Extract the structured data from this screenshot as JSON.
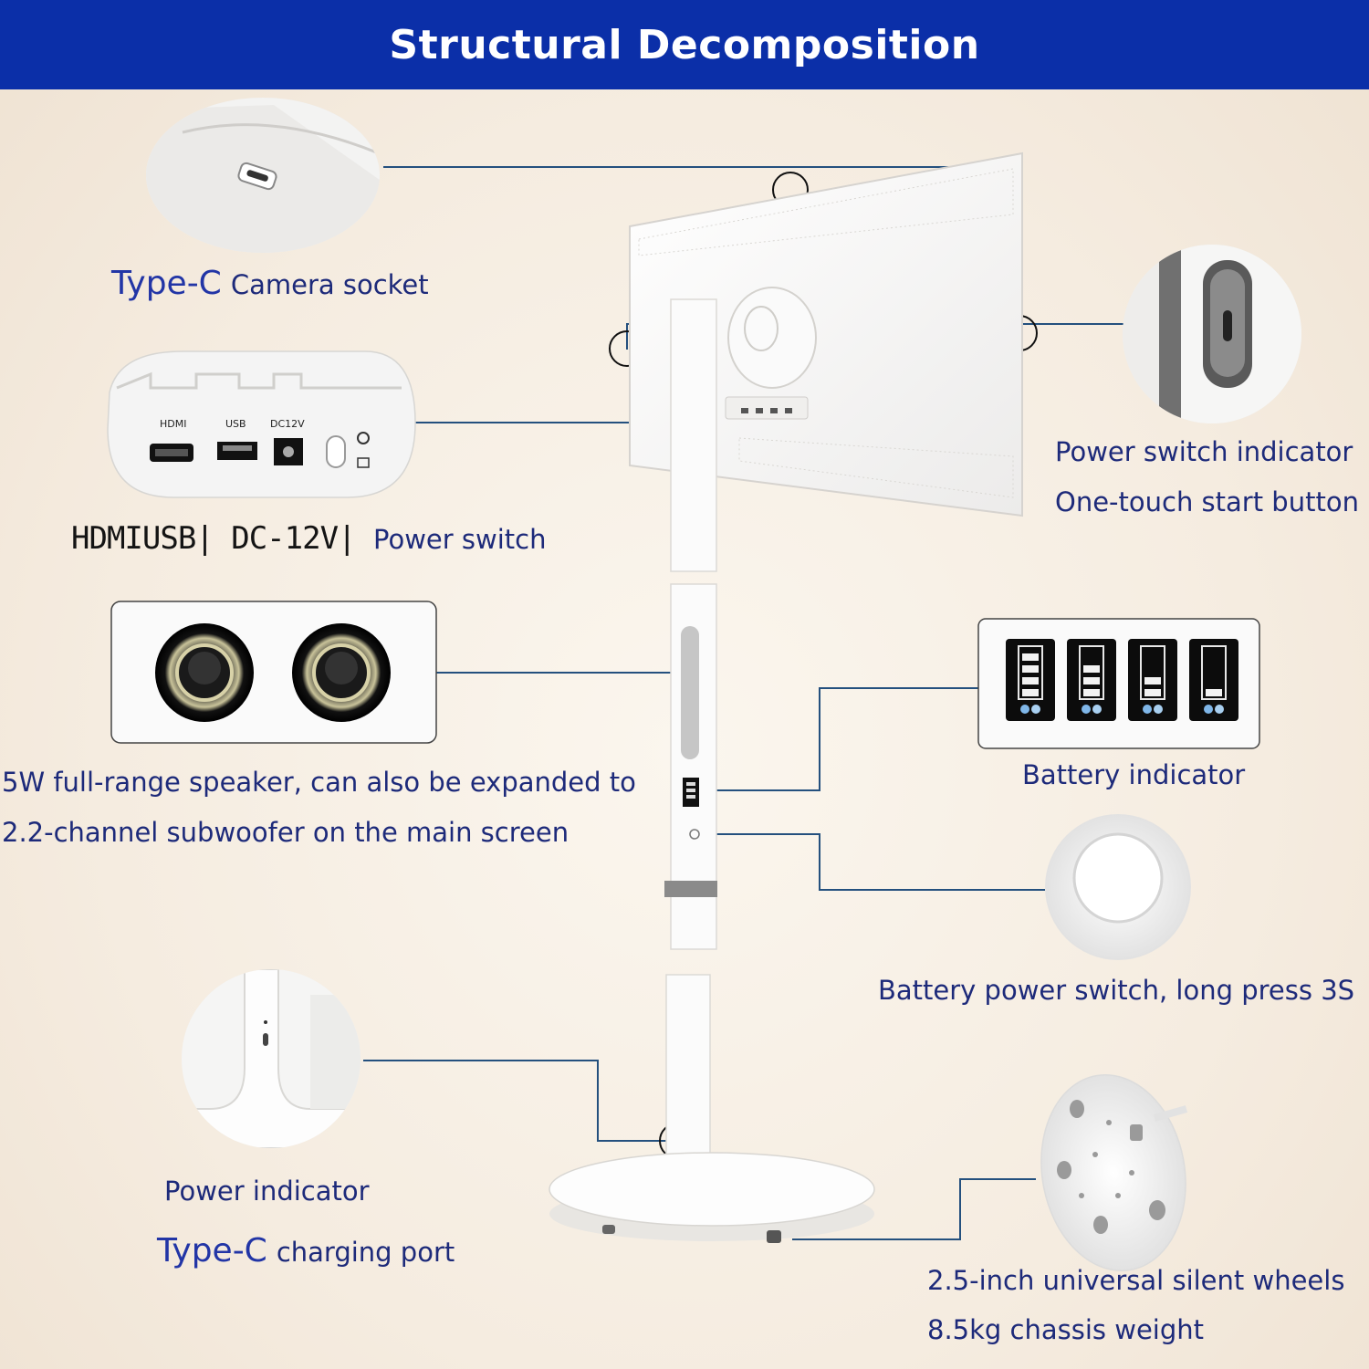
{
  "title": "Structural Decomposition",
  "labels": {
    "camera_accent": "Type-C",
    "camera_text": "Camera socket",
    "ports_mono": "HDMIUSB| DC-12V|",
    "ports_text": "Power switch",
    "power_switch_indicator": "Power switch indicator",
    "one_touch": "One-touch start button",
    "speaker_line1": "5W full-range speaker, can also be expanded to",
    "speaker_line2": "2.2-channel subwoofer on the main screen",
    "battery_indicator": "Battery indicator",
    "battery_power_switch": "Battery power switch, long press 3S",
    "power_indicator": "Power indicator",
    "charging_accent": "Type-C",
    "charging_text": "charging port",
    "wheels": "2.5-inch universal silent wheels",
    "weight": "8.5kg chassis weight"
  },
  "port_panel": {
    "hdmi": "HDMI",
    "usb": "USB",
    "dc": "DC12V"
  },
  "colors": {
    "banner": "#0b2fa8",
    "label_text": "#1d2a7a",
    "leader_line": "#24507e"
  },
  "battery_levels": [
    1.0,
    0.75,
    0.5,
    0.25
  ]
}
